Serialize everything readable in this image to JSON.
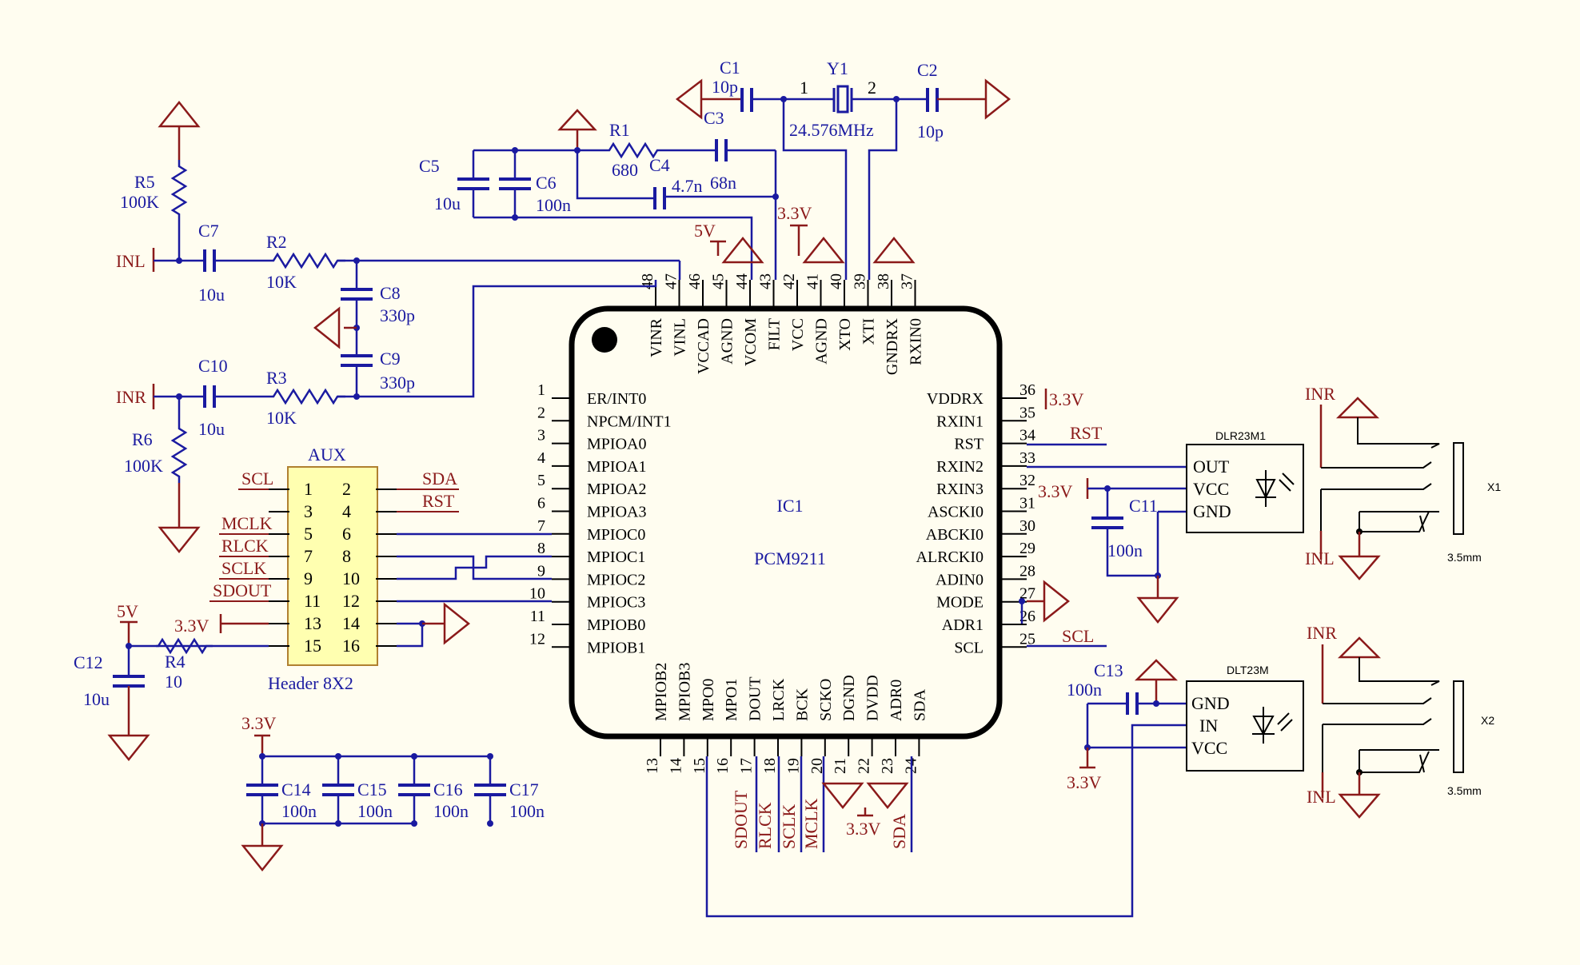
{
  "ic": {
    "designator": "IC1",
    "part": "PCM9211",
    "left_pins": [
      {
        "num": "1",
        "name": "ER/INT0"
      },
      {
        "num": "2",
        "name": "NPCM/INT1"
      },
      {
        "num": "3",
        "name": "MPIOA0"
      },
      {
        "num": "4",
        "name": "MPIOA1"
      },
      {
        "num": "5",
        "name": "MPIOA2"
      },
      {
        "num": "6",
        "name": "MPIOA3"
      },
      {
        "num": "7",
        "name": "MPIOC0"
      },
      {
        "num": "8",
        "name": "MPIOC1"
      },
      {
        "num": "9",
        "name": "MPIOC2"
      },
      {
        "num": "10",
        "name": "MPIOC3"
      },
      {
        "num": "11",
        "name": "MPIOB0"
      },
      {
        "num": "12",
        "name": "MPIOB1"
      }
    ],
    "right_pins": [
      {
        "num": "36",
        "name": "VDDRX"
      },
      {
        "num": "35",
        "name": "RXIN1"
      },
      {
        "num": "34",
        "name": "RST"
      },
      {
        "num": "33",
        "name": "RXIN2"
      },
      {
        "num": "32",
        "name": "RXIN3"
      },
      {
        "num": "31",
        "name": "ASCKI0"
      },
      {
        "num": "30",
        "name": "ABCKI0"
      },
      {
        "num": "29",
        "name": "ALRCKI0"
      },
      {
        "num": "28",
        "name": "ADIN0"
      },
      {
        "num": "27",
        "name": "MODE"
      },
      {
        "num": "26",
        "name": "ADR1"
      },
      {
        "num": "25",
        "name": "SCL"
      }
    ],
    "top_pins": [
      {
        "num": "48",
        "name": "VINR"
      },
      {
        "num": "47",
        "name": "VINL"
      },
      {
        "num": "46",
        "name": "VCCAD"
      },
      {
        "num": "45",
        "name": "AGND"
      },
      {
        "num": "44",
        "name": "VCOM"
      },
      {
        "num": "43",
        "name": "FILT"
      },
      {
        "num": "42",
        "name": "VCC"
      },
      {
        "num": "41",
        "name": "AGND"
      },
      {
        "num": "40",
        "name": "XTO"
      },
      {
        "num": "39",
        "name": "XTI"
      },
      {
        "num": "38",
        "name": "GNDRX"
      },
      {
        "num": "37",
        "name": "RXIN0"
      }
    ],
    "bottom_pins": [
      {
        "num": "13",
        "name": "MPIOB2"
      },
      {
        "num": "14",
        "name": "MPIOB3"
      },
      {
        "num": "15",
        "name": "MPO0"
      },
      {
        "num": "16",
        "name": "MPO1"
      },
      {
        "num": "17",
        "name": "DOUT"
      },
      {
        "num": "18",
        "name": "LRCK"
      },
      {
        "num": "19",
        "name": "BCK"
      },
      {
        "num": "20",
        "name": "SCKO"
      },
      {
        "num": "21",
        "name": "DGND"
      },
      {
        "num": "22",
        "name": "DVDD"
      },
      {
        "num": "23",
        "name": "ADR0"
      },
      {
        "num": "24",
        "name": "SDA"
      }
    ]
  },
  "components": {
    "C1": {
      "ref": "C1",
      "value": "10p"
    },
    "C2": {
      "ref": "C2",
      "value": "10p"
    },
    "Y1": {
      "ref": "Y1",
      "value": "24.576MHz",
      "pin1": "1",
      "pin2": "2"
    },
    "R1": {
      "ref": "R1",
      "value": "680"
    },
    "C3": {
      "ref": "C3",
      "value": "68n"
    },
    "C4": {
      "ref": "C4",
      "value": "4.7n"
    },
    "C5": {
      "ref": "C5",
      "value": "10u"
    },
    "C6": {
      "ref": "C6",
      "value": "100n"
    },
    "R5": {
      "ref": "R5",
      "value": "100K"
    },
    "C7": {
      "ref": "C7",
      "value": "10u"
    },
    "R2": {
      "ref": "R2",
      "value": "10K"
    },
    "C8": {
      "ref": "C8",
      "value": "330p"
    },
    "C9": {
      "ref": "C9",
      "value": "330p"
    },
    "C10": {
      "ref": "C10",
      "value": "10u"
    },
    "R3": {
      "ref": "R3",
      "value": "10K"
    },
    "R6": {
      "ref": "R6",
      "value": "100K"
    },
    "C11": {
      "ref": "C11",
      "value": "100n"
    },
    "C12": {
      "ref": "C12",
      "value": "10u"
    },
    "R4": {
      "ref": "R4",
      "value": "10"
    },
    "C13": {
      "ref": "C13",
      "value": "100n"
    },
    "C14": {
      "ref": "C14",
      "value": "100n"
    },
    "C15": {
      "ref": "C15",
      "value": "100n"
    },
    "C16": {
      "ref": "C16",
      "value": "100n"
    },
    "C17": {
      "ref": "C17",
      "value": "100n"
    }
  },
  "header": {
    "ref": "AUX",
    "name": "Header 8X2",
    "pins_left": [
      "1",
      "3",
      "5",
      "7",
      "9",
      "11",
      "13",
      "15"
    ],
    "pins_right": [
      "2",
      "4",
      "6",
      "8",
      "10",
      "12",
      "14",
      "16"
    ],
    "labels_left": [
      "SCL",
      "MCLK",
      "RLCK",
      "SCLK",
      "SDOUT"
    ],
    "labels_right": [
      "SDA",
      "RST"
    ]
  },
  "receiver": {
    "name": "DLR23M1",
    "pins": [
      "OUT",
      "VCC",
      "GND"
    ],
    "jack": "X1",
    "jack_type": "3.5mm"
  },
  "transmitter": {
    "name": "DLT23M",
    "pins": [
      "GND",
      "IN",
      "VCC"
    ],
    "jack": "X2",
    "jack_type": "3.5mm"
  },
  "nets": {
    "inl": "INL",
    "inr": "INR",
    "v5": "5V",
    "v33": "3.3V",
    "rst": "RST",
    "scl": "SCL",
    "sdout": "SDOUT",
    "rlck": "RLCK",
    "sclk": "SCLK",
    "mclk": "MCLK",
    "sda": "SDA"
  }
}
